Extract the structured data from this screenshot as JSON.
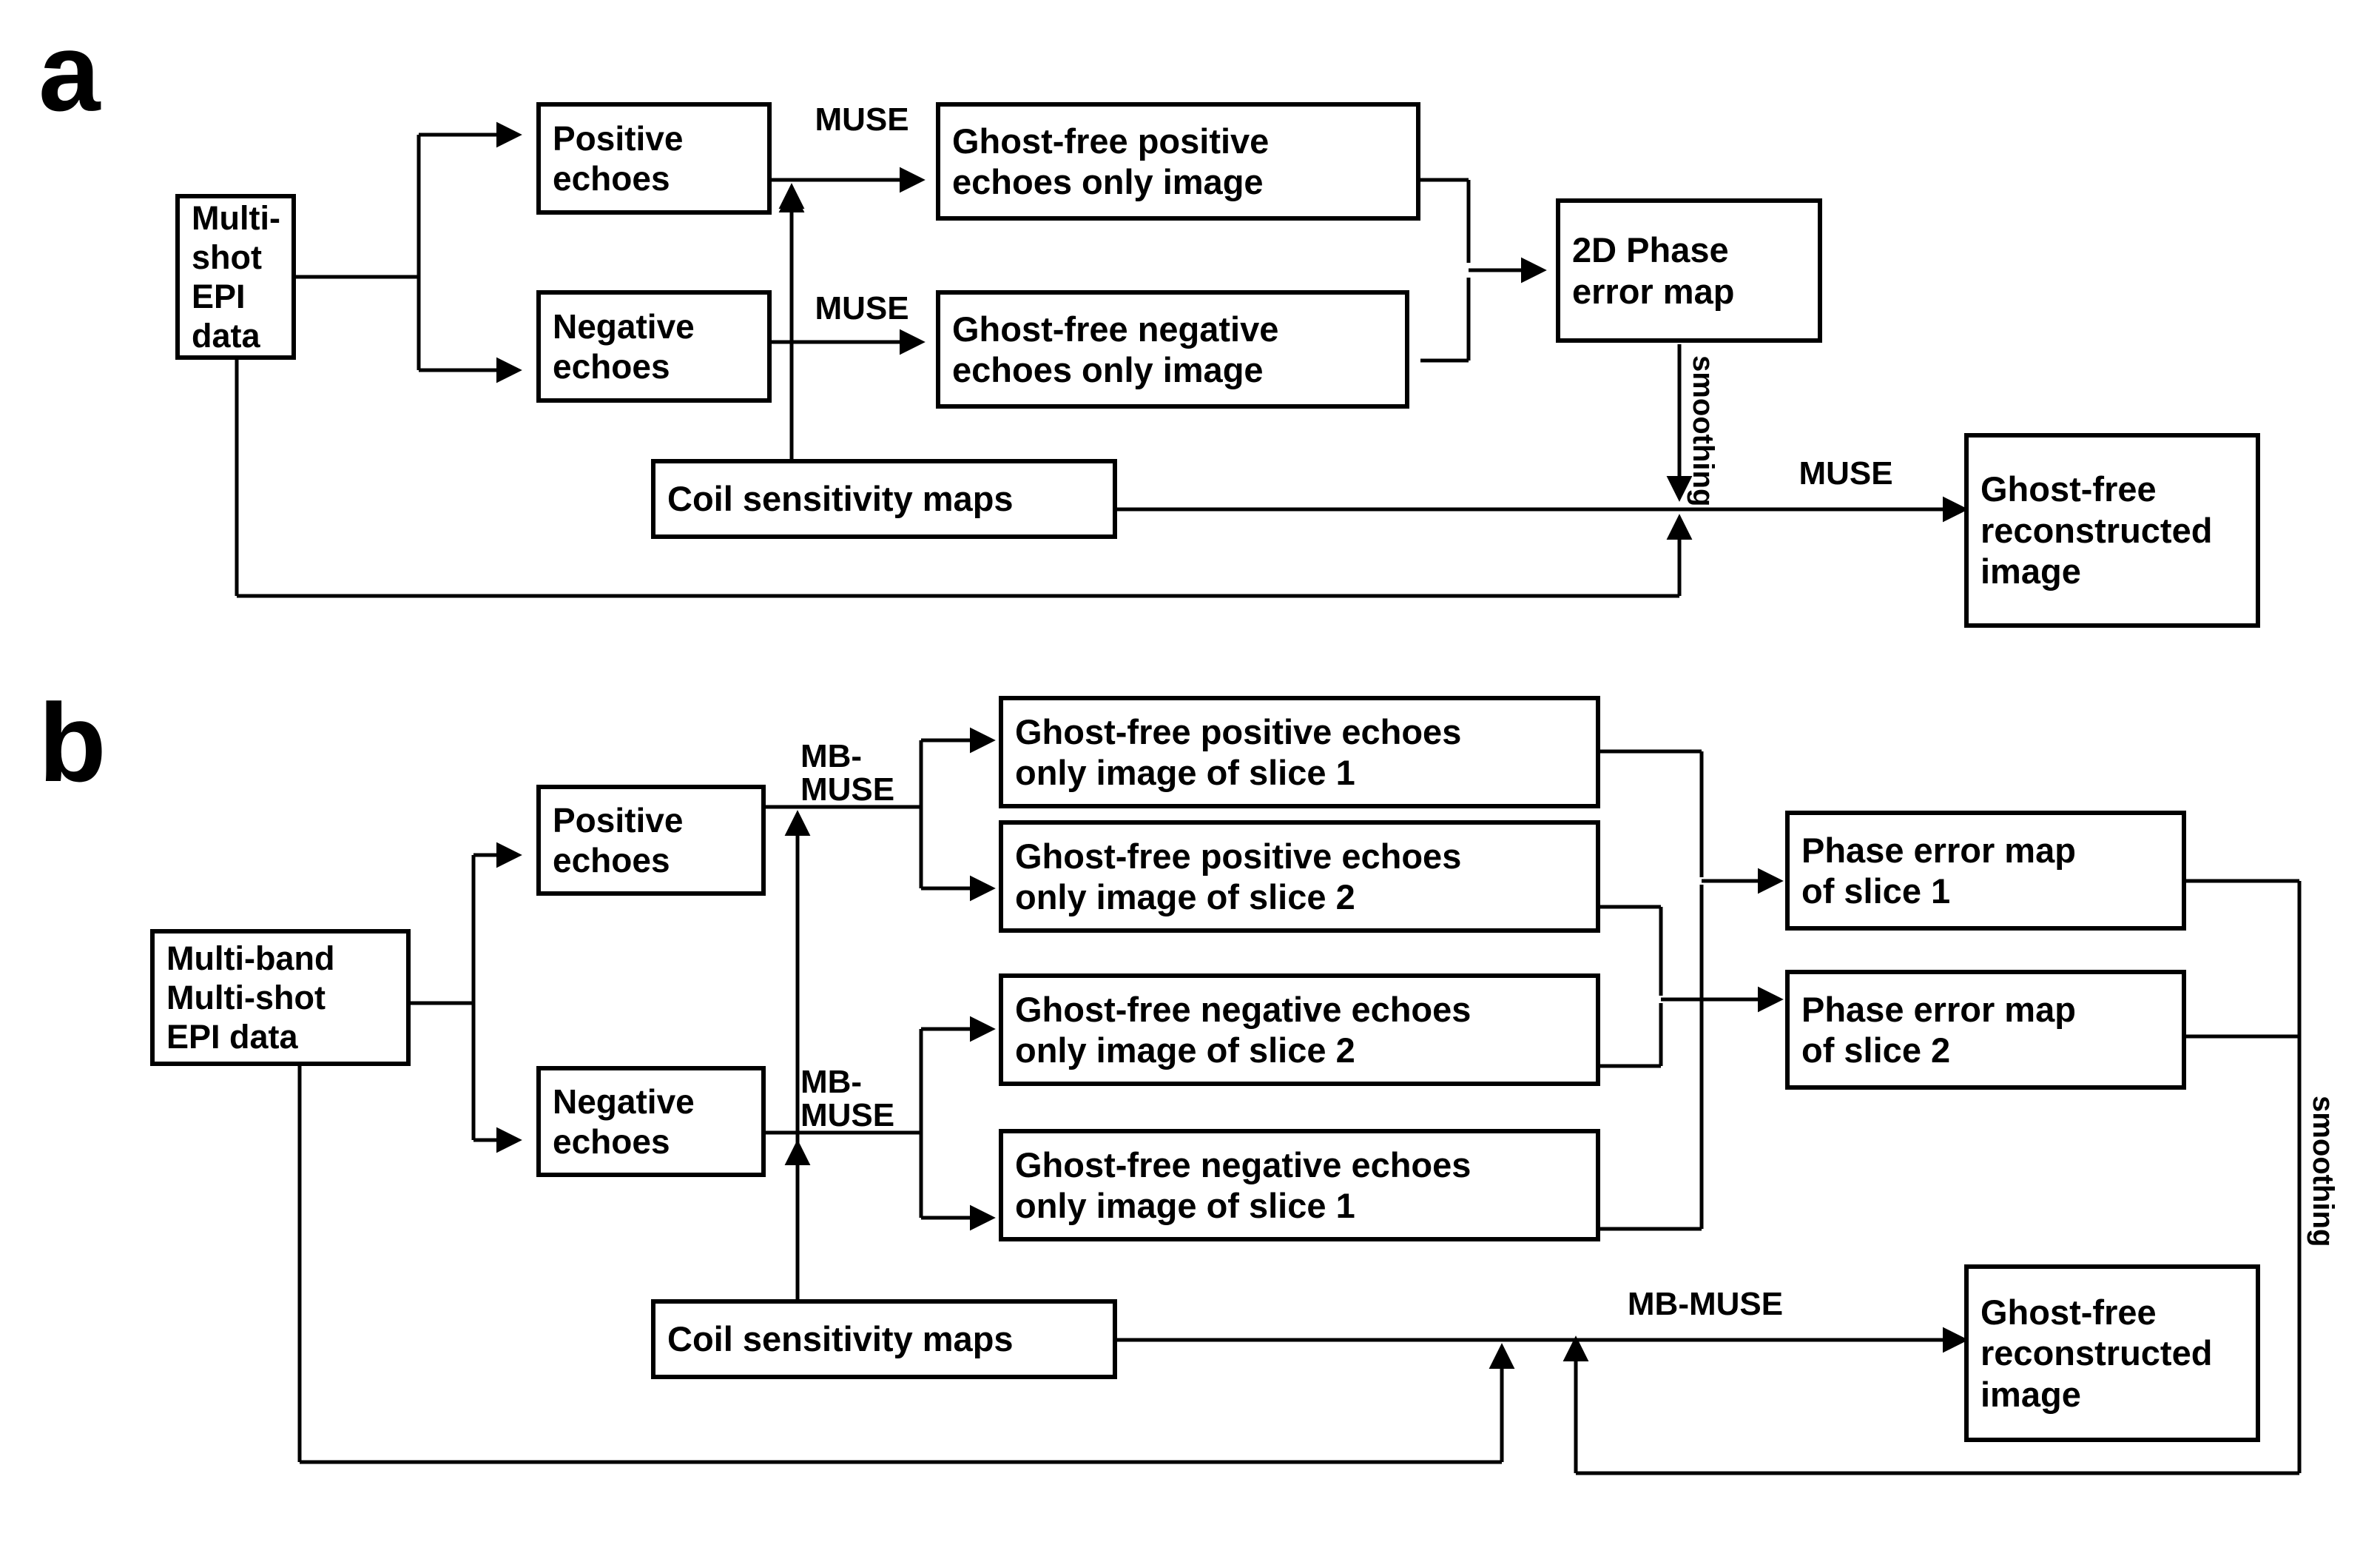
{
  "figure": {
    "type": "flowchart",
    "panels": [
      {
        "letter": "a",
        "title_implicit": "MUSE reconstruction of multi-shot EPI data",
        "nodes": [
          {
            "id": "a-input",
            "label": "Multi-shot\nEPI data"
          },
          {
            "id": "a-pos",
            "label": "Positive\nechoes"
          },
          {
            "id": "a-neg",
            "label": "Negative\nechoes"
          },
          {
            "id": "a-gfpos",
            "label": "Ghost-free positive\nechoes only image"
          },
          {
            "id": "a-gfneg",
            "label": "Ghost-free negative\nechoes only image"
          },
          {
            "id": "a-phase",
            "label": "2D Phase\nerror map"
          },
          {
            "id": "a-coil",
            "label": "Coil sensitivity maps"
          },
          {
            "id": "a-out",
            "label": "Ghost-free\nreconstructed\nimage"
          }
        ],
        "edge_labels": [
          {
            "id": "a-muse-pos",
            "text": "MUSE"
          },
          {
            "id": "a-muse-neg",
            "text": "MUSE"
          },
          {
            "id": "a-muse-out",
            "text": "MUSE"
          },
          {
            "id": "a-smoothing",
            "text": "smoothing",
            "orientation": "vertical"
          }
        ]
      },
      {
        "letter": "b",
        "title_implicit": "MB-MUSE reconstruction of multi-band multi-shot EPI data",
        "nodes": [
          {
            "id": "b-input",
            "label": "Multi-band\nMulti-shot\nEPI data"
          },
          {
            "id": "b-pos",
            "label": "Positive\nechoes"
          },
          {
            "id": "b-neg",
            "label": "Negative\nechoes"
          },
          {
            "id": "b-gfp1",
            "label": "Ghost-free positive echoes\nonly image of slice 1"
          },
          {
            "id": "b-gfp2",
            "label": "Ghost-free positive echoes\nonly image of slice 2"
          },
          {
            "id": "b-gfn2",
            "label": "Ghost-free negative echoes\nonly image of slice 2"
          },
          {
            "id": "b-gfn1",
            "label": "Ghost-free negative echoes\nonly image of slice 1"
          },
          {
            "id": "b-pem1",
            "label": "Phase error map\nof slice 1"
          },
          {
            "id": "b-pem2",
            "label": "Phase error map\nof slice 2"
          },
          {
            "id": "b-coil",
            "label": "Coil sensitivity maps"
          },
          {
            "id": "b-out",
            "label": "Ghost-free\nreconstructed\nimage"
          }
        ],
        "edge_labels": [
          {
            "id": "b-mbmuse-pos",
            "text": "MB-\nMUSE"
          },
          {
            "id": "b-mbmuse-neg",
            "text": "MB-\nMUSE"
          },
          {
            "id": "b-mbmuse-out",
            "text": "MB-MUSE"
          },
          {
            "id": "b-smoothing",
            "text": "smoothing",
            "orientation": "vertical"
          }
        ]
      }
    ],
    "colors": {
      "stroke": "#000000",
      "fill": "#ffffff",
      "text": "#000000"
    }
  }
}
